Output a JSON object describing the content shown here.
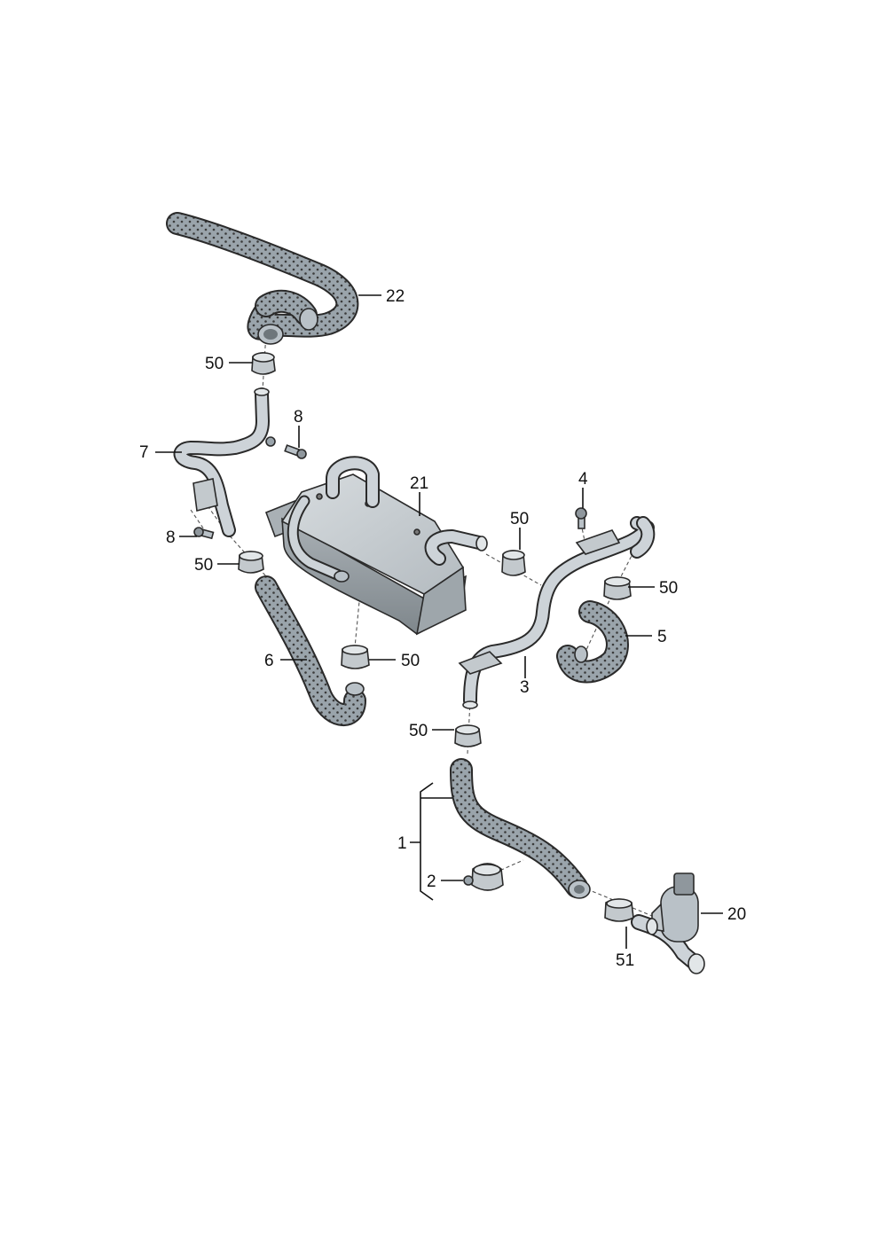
{
  "labels": {
    "p22": "22",
    "p50a": "50",
    "p8a": "8",
    "p7": "7",
    "p21": "21",
    "p4": "4",
    "p8b": "8",
    "p50b": "50",
    "p50c": "50",
    "p50d": "50",
    "p5": "5",
    "p6": "6",
    "p50e": "50",
    "p3": "3",
    "p50f": "50",
    "p1": "1",
    "p2": "2",
    "p20": "20",
    "p51": "51"
  },
  "colors": {
    "hose_fill": "#9aa4ab",
    "hose_dots": "#3b3b3b",
    "pipe_fill": "#b9c1c7",
    "cooler_fill": "#c6ccd1",
    "cooler_dark": "#8f979d",
    "line": "#2a2a2a"
  }
}
